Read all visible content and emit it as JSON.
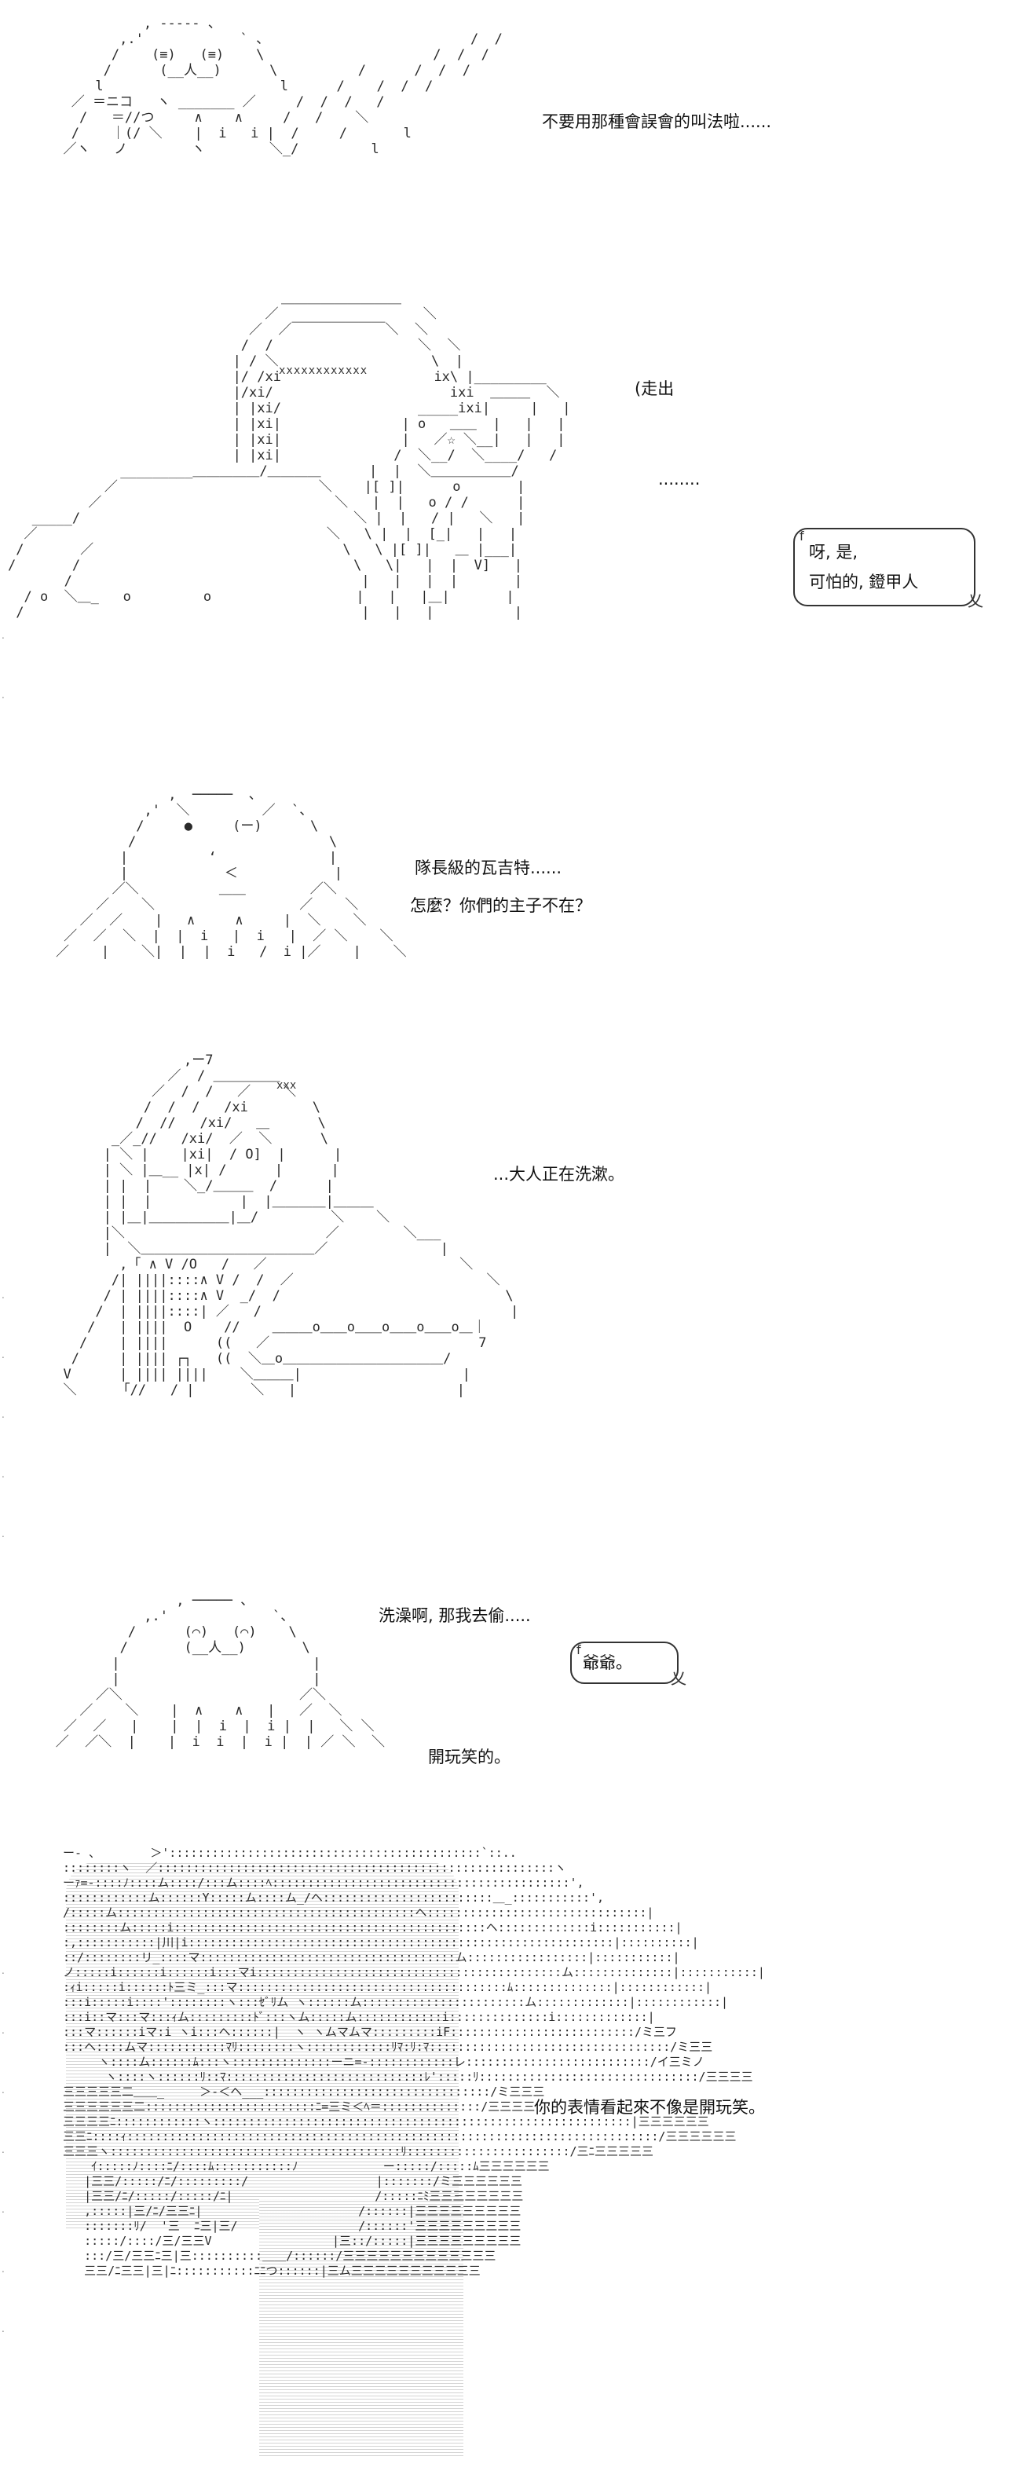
{
  "panels": [
    {
      "dialogue": [
        "不要用那種會誤會的叫法啦......"
      ]
    },
    {
      "dialogue": [
        "(走出",
        "........"
      ],
      "bubble_lines": [
        "呀, 是,",
        "可怕的, 鐙甲人"
      ],
      "bubble_mark": "f",
      "bubble_tail": "乂",
      "art_text": "xxxxxxxxxxxx"
    },
    {
      "dialogue": [
        "隊長級的瓦吉特......",
        "怎麼？你們的主子不在？"
      ]
    },
    {
      "dialogue": [
        "...大人正在洗漱。"
      ],
      "art_text": "xxx"
    },
    {
      "dialogue": [
        "洗澡啊, 那我去偷.....",
        "開玩笑的。"
      ],
      "bubble_lines": [
        "爺爺。"
      ],
      "bubble_mark": "f",
      "bubble_tail": "乂"
    },
    {
      "dialogue": [
        "你的表情看起來不像是開玩笑。"
      ]
    }
  ]
}
